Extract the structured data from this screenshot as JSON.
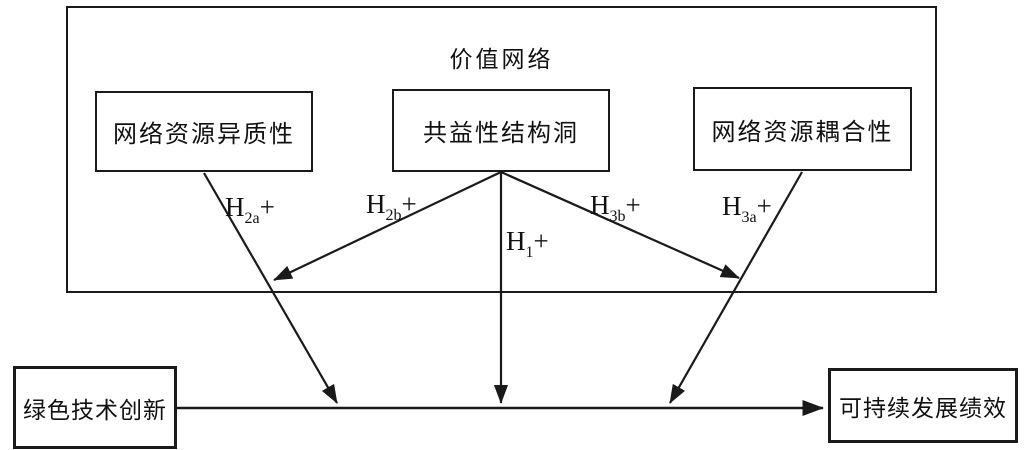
{
  "colors": {
    "line": "#1a1a1a",
    "background": "#ffffff",
    "text": "#111111"
  },
  "value_network": {
    "title": "价值网络"
  },
  "nodes": {
    "heterogeneity": {
      "label": "网络资源异质性"
    },
    "structural_hole": {
      "label": "共益性结构洞"
    },
    "coupling": {
      "label": "网络资源耦合性"
    },
    "green_tech": {
      "label": "绿色技术创新"
    },
    "sustainable": {
      "label": "可持续发展绩效"
    }
  },
  "hypotheses": {
    "h2a": {
      "base": "H",
      "sub": "2a",
      "sign": "+"
    },
    "h2b": {
      "base": "H",
      "sub": "2b",
      "sign": "+"
    },
    "h1": {
      "base": "H",
      "sub": "1",
      "sign": "+"
    },
    "h3b": {
      "base": "H",
      "sub": "3b",
      "sign": "+"
    },
    "h3a": {
      "base": "H",
      "sub": "3a",
      "sign": "+"
    }
  }
}
